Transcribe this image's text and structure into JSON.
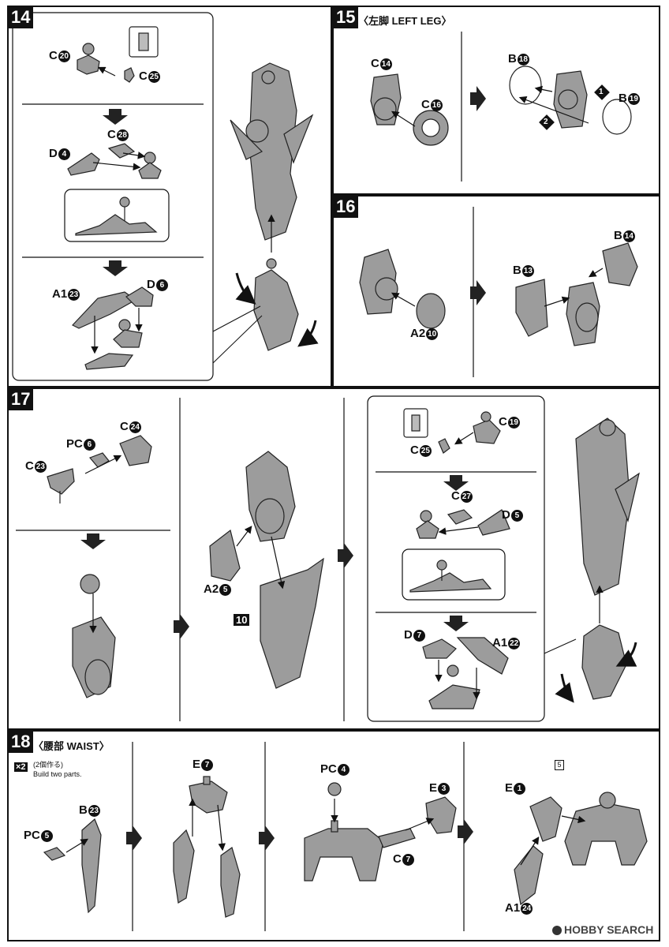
{
  "steps": {
    "s14": {
      "num": "14"
    },
    "s15": {
      "num": "15",
      "title": "〈左脚 LEFT LEG〉"
    },
    "s16": {
      "num": "16"
    },
    "s17": {
      "num": "17",
      "tag": "10"
    },
    "s18": {
      "num": "18",
      "title": "〈腰部 WAIST〉",
      "multiplier": "×2",
      "jp_note": "(2個作る)",
      "en_note": "Build two parts.",
      "box_num": "5"
    }
  },
  "labels": {
    "l14a": {
      "p": "C",
      "n": "20"
    },
    "l14b": {
      "p": "C",
      "n": "25"
    },
    "l14c": {
      "p": "C",
      "n": "28"
    },
    "l14d": {
      "p": "D",
      "n": "4"
    },
    "l14e": {
      "p": "A1",
      "n": "23"
    },
    "l14f": {
      "p": "D",
      "n": "6"
    },
    "l15a": {
      "p": "C",
      "n": "14"
    },
    "l15b": {
      "p": "C",
      "n": "16"
    },
    "l15c": {
      "p": "B",
      "n": "18"
    },
    "l15d": {
      "p": "B",
      "n": "19"
    },
    "l16a": {
      "p": "A2",
      "n": "10"
    },
    "l16b": {
      "p": "B",
      "n": "13"
    },
    "l16c": {
      "p": "B",
      "n": "14"
    },
    "l17a": {
      "p": "PC",
      "n": "6"
    },
    "l17b": {
      "p": "C",
      "n": "24"
    },
    "l17c": {
      "p": "C",
      "n": "23"
    },
    "l17d": {
      "p": "A2",
      "n": "5"
    },
    "l17e": {
      "p": "C",
      "n": "25"
    },
    "l17f": {
      "p": "C",
      "n": "19"
    },
    "l17g": {
      "p": "C",
      "n": "27"
    },
    "l17h": {
      "p": "D",
      "n": "5"
    },
    "l17i": {
      "p": "D",
      "n": "7"
    },
    "l17j": {
      "p": "A1",
      "n": "22"
    },
    "l18a": {
      "p": "PC",
      "n": "5"
    },
    "l18b": {
      "p": "B",
      "n": "23"
    },
    "l18c": {
      "p": "E",
      "n": "7"
    },
    "l18d": {
      "p": "PC",
      "n": "4"
    },
    "l18e": {
      "p": "E",
      "n": "3"
    },
    "l18f": {
      "p": "C",
      "n": "7"
    },
    "l18g": {
      "p": "E",
      "n": "1"
    },
    "l18h": {
      "p": "A1",
      "n": "24"
    }
  },
  "order_marks": {
    "m1": "1",
    "m2": "2"
  },
  "watermark": "HOBBY SEARCH"
}
